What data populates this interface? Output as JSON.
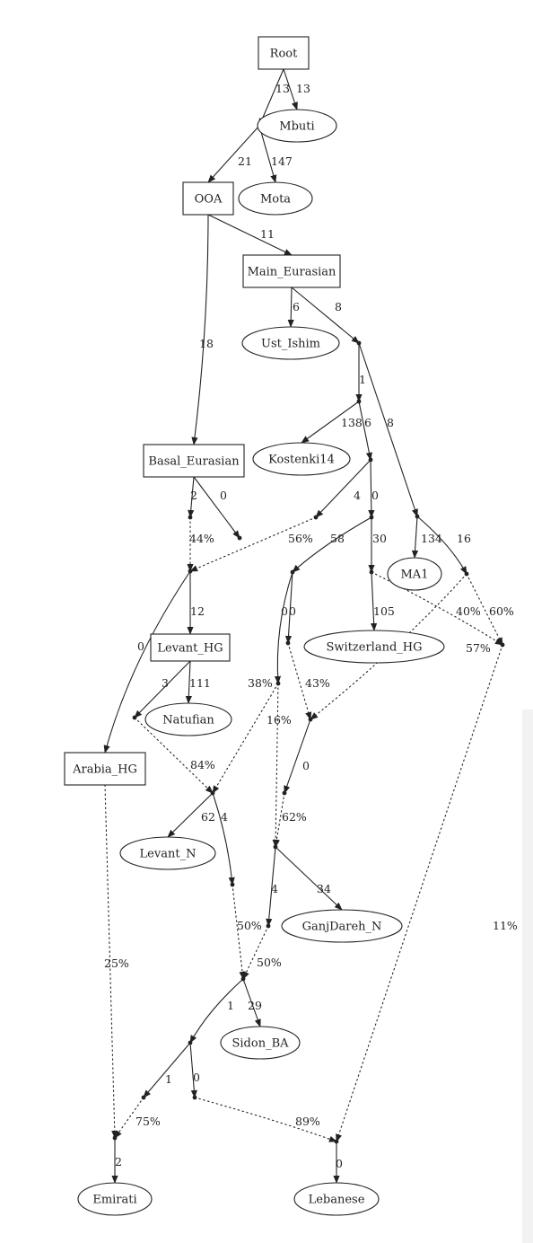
{
  "nodes": {
    "root": "Root",
    "mbuti": "Mbuti",
    "mota": "Mota",
    "ooa": "OOA",
    "main_eurasian": "Main_Eurasian",
    "ust_ishim": "Ust_Ishim",
    "kostenki14": "Kostenki14",
    "basal_eurasian": "Basal_Eurasian",
    "ma1": "MA1",
    "switzerland_hg": "Switzerland_HG",
    "levant_hg": "Levant_HG",
    "natufian": "Natufian",
    "arabia_hg": "Arabia_HG",
    "levant_n": "Levant_N",
    "ganjdareh_n": "GanjDareh_N",
    "sidon_ba": "Sidon_BA",
    "emirati": "Emirati",
    "lebanese": "Lebanese"
  },
  "edge_labels": {
    "root_j1": "13",
    "root_mbuti": "13",
    "j1_ooa": "21",
    "j1_mota": "147",
    "ooa_main": "11",
    "ooa_basal": "18",
    "main_ust": "6",
    "main_j2": "8",
    "j2_j3": "1",
    "j2_j4": "8",
    "j3_kost": "138",
    "j3_j5": "6",
    "basal_j6": "2",
    "basal_j7": "0",
    "j5_j8": "4",
    "j5_j9": "0",
    "j6_mix": "44%",
    "j8_mix": "56%",
    "j9_j10": "58",
    "j9_j11": "30",
    "j4_ma1": "134",
    "j4_j12": "16",
    "mix_levant": "12",
    "mix_arabia": "0",
    "j10_j13": "0",
    "j10_j14": "0",
    "j11_swiss": "105",
    "j11_mixr": "40%",
    "j12_mixr": "60%",
    "j12_mixg": "57%",
    "levant_j15": "3",
    "levant_natufian": "111",
    "j13_mixl": "38%",
    "j13_mixg2": "16%",
    "j14_mixg": "43%",
    "j15_mixl": "84%",
    "mixg_j16": "0",
    "mixl_levantn": "62",
    "mixl_j17": "4",
    "j16_mixg2": "62%",
    "mixg2_j18": "4",
    "mixg2_ganj": "34",
    "j18_mixs": "50%",
    "j17_mixs": "50%",
    "mixr_mixleb": "11%",
    "arabia_mixe": "25%",
    "mixs_j19": "1",
    "mixs_sidon": "29",
    "j19_j20": "1",
    "j19_j21": "0",
    "j20_mixe": "75%",
    "j21_mixleb": "89%",
    "mixe_emirati": "2",
    "mixleb_lebanese": "0"
  }
}
